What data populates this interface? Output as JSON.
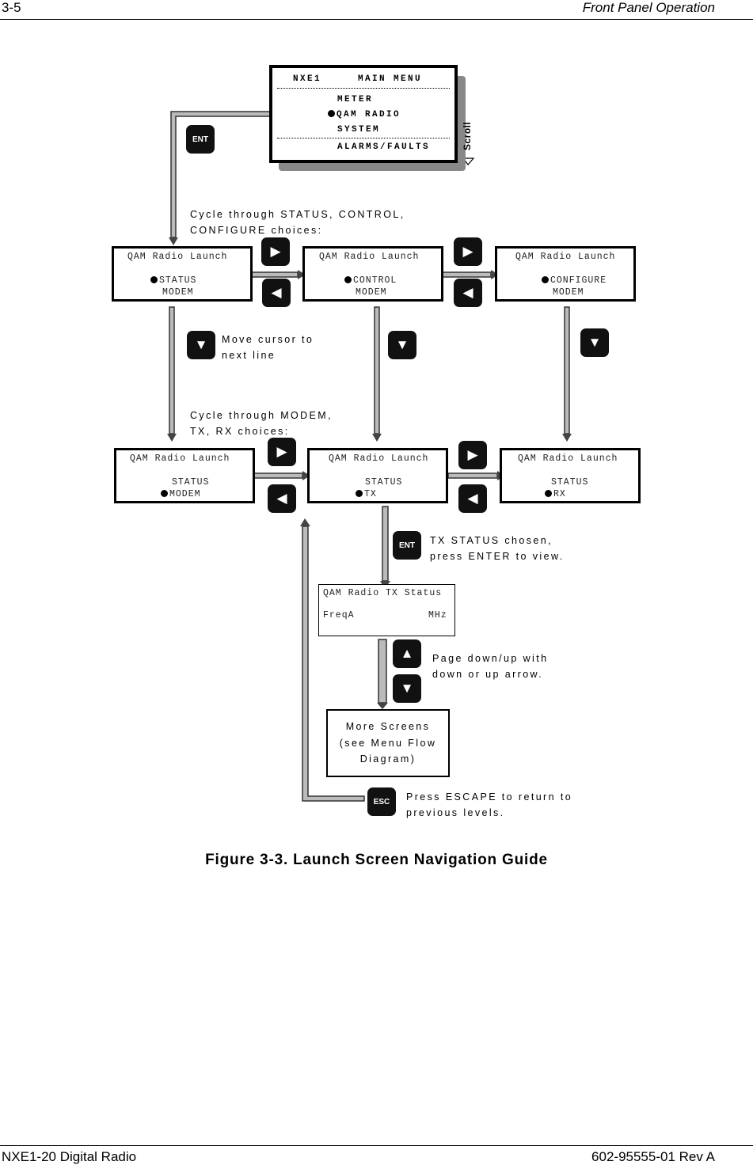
{
  "header": {
    "section": "3-5",
    "chapter": "Front Panel Operation"
  },
  "footer": {
    "product": "NXE1-20 Digital Radio",
    "doc_number": "602-95555-01 Rev A"
  },
  "main_menu": {
    "title_left": "NXE1",
    "title_right": "MAIN MENU",
    "items": [
      "METER",
      "QAM RADIO",
      "SYSTEM",
      "ALARMS/FAULTS"
    ],
    "scroll_label": "Scroll"
  },
  "keys": {
    "enter": "ENT",
    "escape": "ESC"
  },
  "notes": {
    "cycle_status": "Cycle through STATUS, CONTROL,\nCONFIGURE choices:",
    "move_cursor": "Move cursor to\nnext line",
    "cycle_modem": "Cycle through MODEM,\nTX, RX choices:",
    "tx_chosen": "TX STATUS chosen,\npress ENTER to view.",
    "page": "Page down/up with\ndown or up arrow.",
    "escape": "Press ESCAPE to return to\nprevious levels."
  },
  "launch_screens_row1": [
    {
      "title": "QAM Radio Launch",
      "line1": "STATUS",
      "line2": "MODEM"
    },
    {
      "title": "QAM Radio Launch",
      "line1": "CONTROL",
      "line2": "MODEM"
    },
    {
      "title": "QAM Radio Launch",
      "line1": "CONFIGURE",
      "line2": "MODEM"
    }
  ],
  "launch_screens_row2": [
    {
      "title": "QAM Radio Launch",
      "line1": "STATUS",
      "line2": "MODEM"
    },
    {
      "title": "QAM Radio Launch",
      "line1": "STATUS",
      "line2": "TX"
    },
    {
      "title": "QAM Radio Launch",
      "line1": "STATUS",
      "line2": "RX"
    }
  ],
  "tx_status_screen": {
    "title": "QAM Radio TX Status",
    "label": "FreqA",
    "unit": "MHz"
  },
  "more_screens": {
    "line1": "More Screens",
    "line2": "(see Menu Flow",
    "line3": "Diagram)"
  },
  "caption": "Figure 3-3.  Launch Screen Navigation Guide"
}
